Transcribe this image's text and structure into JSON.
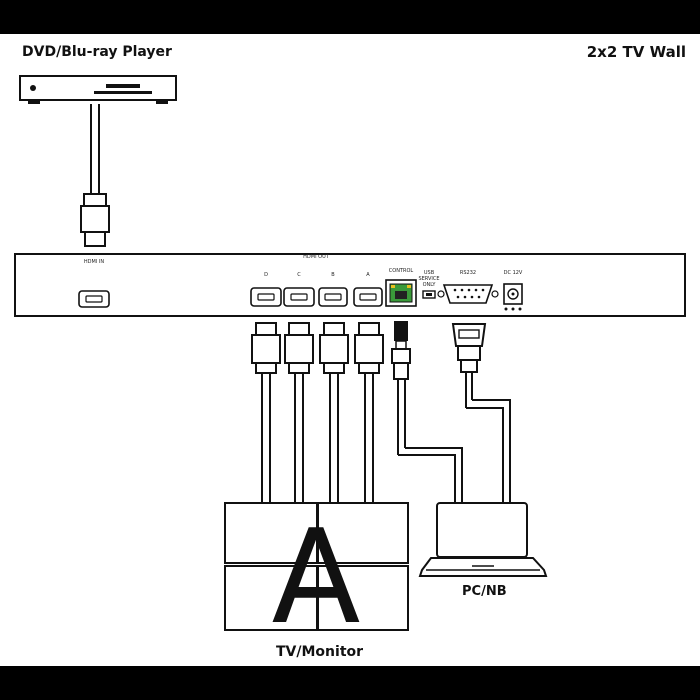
{
  "labels": {
    "source_device": "DVD/Blu-ray Player",
    "title": "2x2 TV Wall",
    "pc": "PC/NB",
    "display": "TV/Monitor",
    "wall_letter": "A"
  },
  "panel": {
    "hdmi_in": "HDMI IN",
    "hdmi_out": "HDMI OUT",
    "out_ports": [
      "D",
      "C",
      "B",
      "A"
    ],
    "control": "CONTROL",
    "usb": "USB",
    "usb_sub": [
      "SERVICE",
      "ONLY"
    ],
    "rs232": "RS232",
    "power": "DC 12V"
  },
  "colors": {
    "background": "#000000",
    "canvas": "#ffffff",
    "line": "#111111",
    "lan_port": "#3a9a3a",
    "lan_light": "#e8c020"
  }
}
